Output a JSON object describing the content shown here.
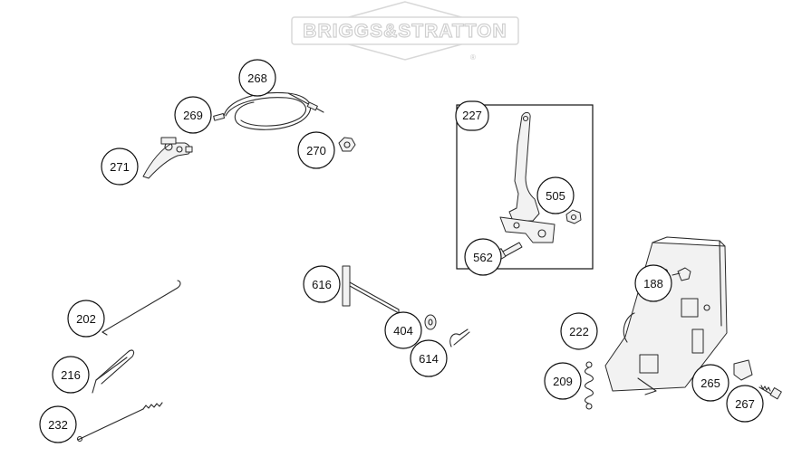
{
  "watermark": {
    "brand_text": "BRIGGS&STRATTON",
    "registered_mark": "®",
    "color": "#cfcfcf"
  },
  "callouts": [
    {
      "id": "c268",
      "label": "268"
    },
    {
      "id": "c269",
      "label": "269"
    },
    {
      "id": "c270",
      "label": "270"
    },
    {
      "id": "c271",
      "label": "271"
    },
    {
      "id": "c227",
      "label": "227"
    },
    {
      "id": "c505",
      "label": "505"
    },
    {
      "id": "c562",
      "label": "562"
    },
    {
      "id": "c616",
      "label": "616"
    },
    {
      "id": "c404",
      "label": "404"
    },
    {
      "id": "c614",
      "label": "614"
    },
    {
      "id": "c202",
      "label": "202"
    },
    {
      "id": "c216",
      "label": "216"
    },
    {
      "id": "c232",
      "label": "232"
    },
    {
      "id": "c188",
      "label": "188"
    },
    {
      "id": "c222",
      "label": "222"
    },
    {
      "id": "c209",
      "label": "209"
    },
    {
      "id": "c265",
      "label": "265"
    },
    {
      "id": "c267",
      "label": "267"
    }
  ],
  "colors": {
    "line": "#2a2a2a",
    "bubble_stroke": "#111111",
    "background": "#ffffff"
  }
}
